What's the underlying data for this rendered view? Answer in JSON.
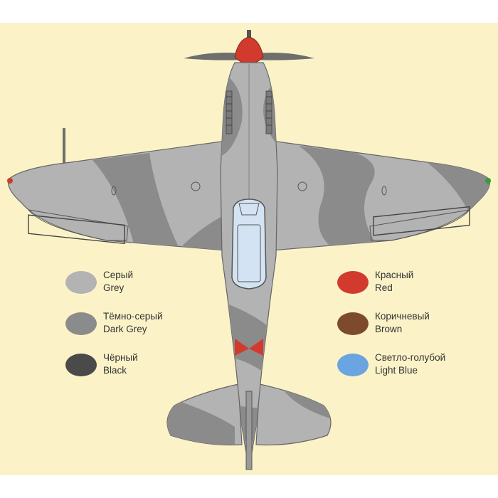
{
  "colors": {
    "background": "#fbf3c7",
    "grey": "#b3b3b3",
    "dark_grey": "#8b8b8b",
    "black": "#4a4a4a",
    "red": "#d23a2e",
    "brown": "#7e4a2d",
    "light_blue": "#6aa5e1",
    "canopy": "#d3e3f3"
  },
  "legend": [
    {
      "ru": "Серый",
      "en": "Grey",
      "color": "#b3b3b3"
    },
    {
      "ru": "Тёмно-серый",
      "en": "Dark Grey",
      "color": "#8b8b8b"
    },
    {
      "ru": "Чёрный",
      "en": "Black",
      "color": "#4a4a4a"
    },
    {
      "ru": "Красный",
      "en": "Red",
      "color": "#d23a2e"
    },
    {
      "ru": "Коричневый",
      "en": "Brown",
      "color": "#7e4a2d"
    },
    {
      "ru": "Светло-голубой",
      "en": "Light Blue",
      "color": "#6aa5e1"
    }
  ]
}
